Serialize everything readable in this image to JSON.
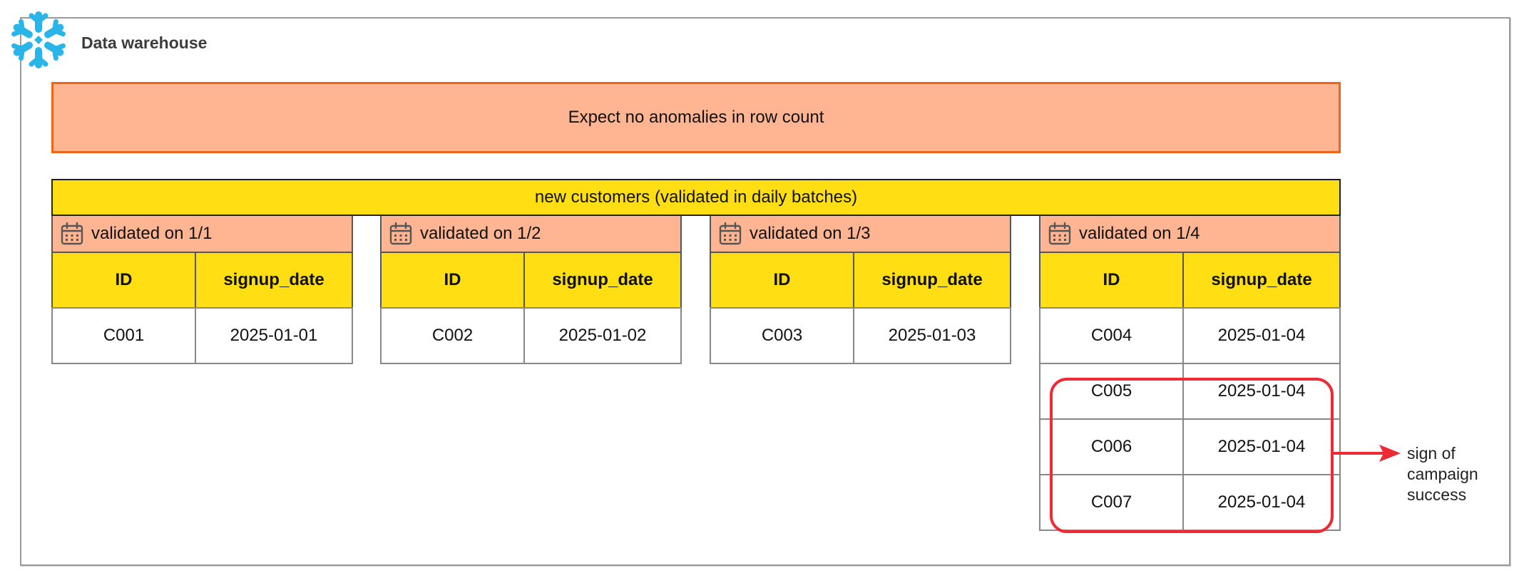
{
  "frame": {
    "title": "Data warehouse",
    "logo_icon": "snowflake-icon",
    "logo_color": "#29b5e8"
  },
  "expectation": {
    "label": "Expect no anomalies in row count",
    "fill": "#ffb592",
    "border": "#f06418"
  },
  "table_header": {
    "label": "new customers (validated in daily batches)",
    "fill": "#ffdf13"
  },
  "columns": [
    "ID",
    "signup_date"
  ],
  "batches": [
    {
      "label": "validated on 1/1",
      "icon": "calendar-icon",
      "rows": [
        [
          "C001",
          "2025-01-01"
        ]
      ]
    },
    {
      "label": "validated on 1/2",
      "icon": "calendar-icon",
      "rows": [
        [
          "C002",
          "2025-01-02"
        ]
      ]
    },
    {
      "label": "validated on 1/3",
      "icon": "calendar-icon",
      "rows": [
        [
          "C003",
          "2025-01-03"
        ]
      ]
    },
    {
      "label": "validated on 1/4",
      "icon": "calendar-icon",
      "rows": [
        [
          "C004",
          "2025-01-04"
        ],
        [
          "C005",
          "2025-01-04"
        ],
        [
          "C006",
          "2025-01-04"
        ],
        [
          "C007",
          "2025-01-04"
        ]
      ]
    }
  ],
  "callout": {
    "text_lines": [
      "sign of",
      "campaign",
      "success"
    ],
    "color": "#ee2a35",
    "icon": "arrow-right-icon"
  }
}
